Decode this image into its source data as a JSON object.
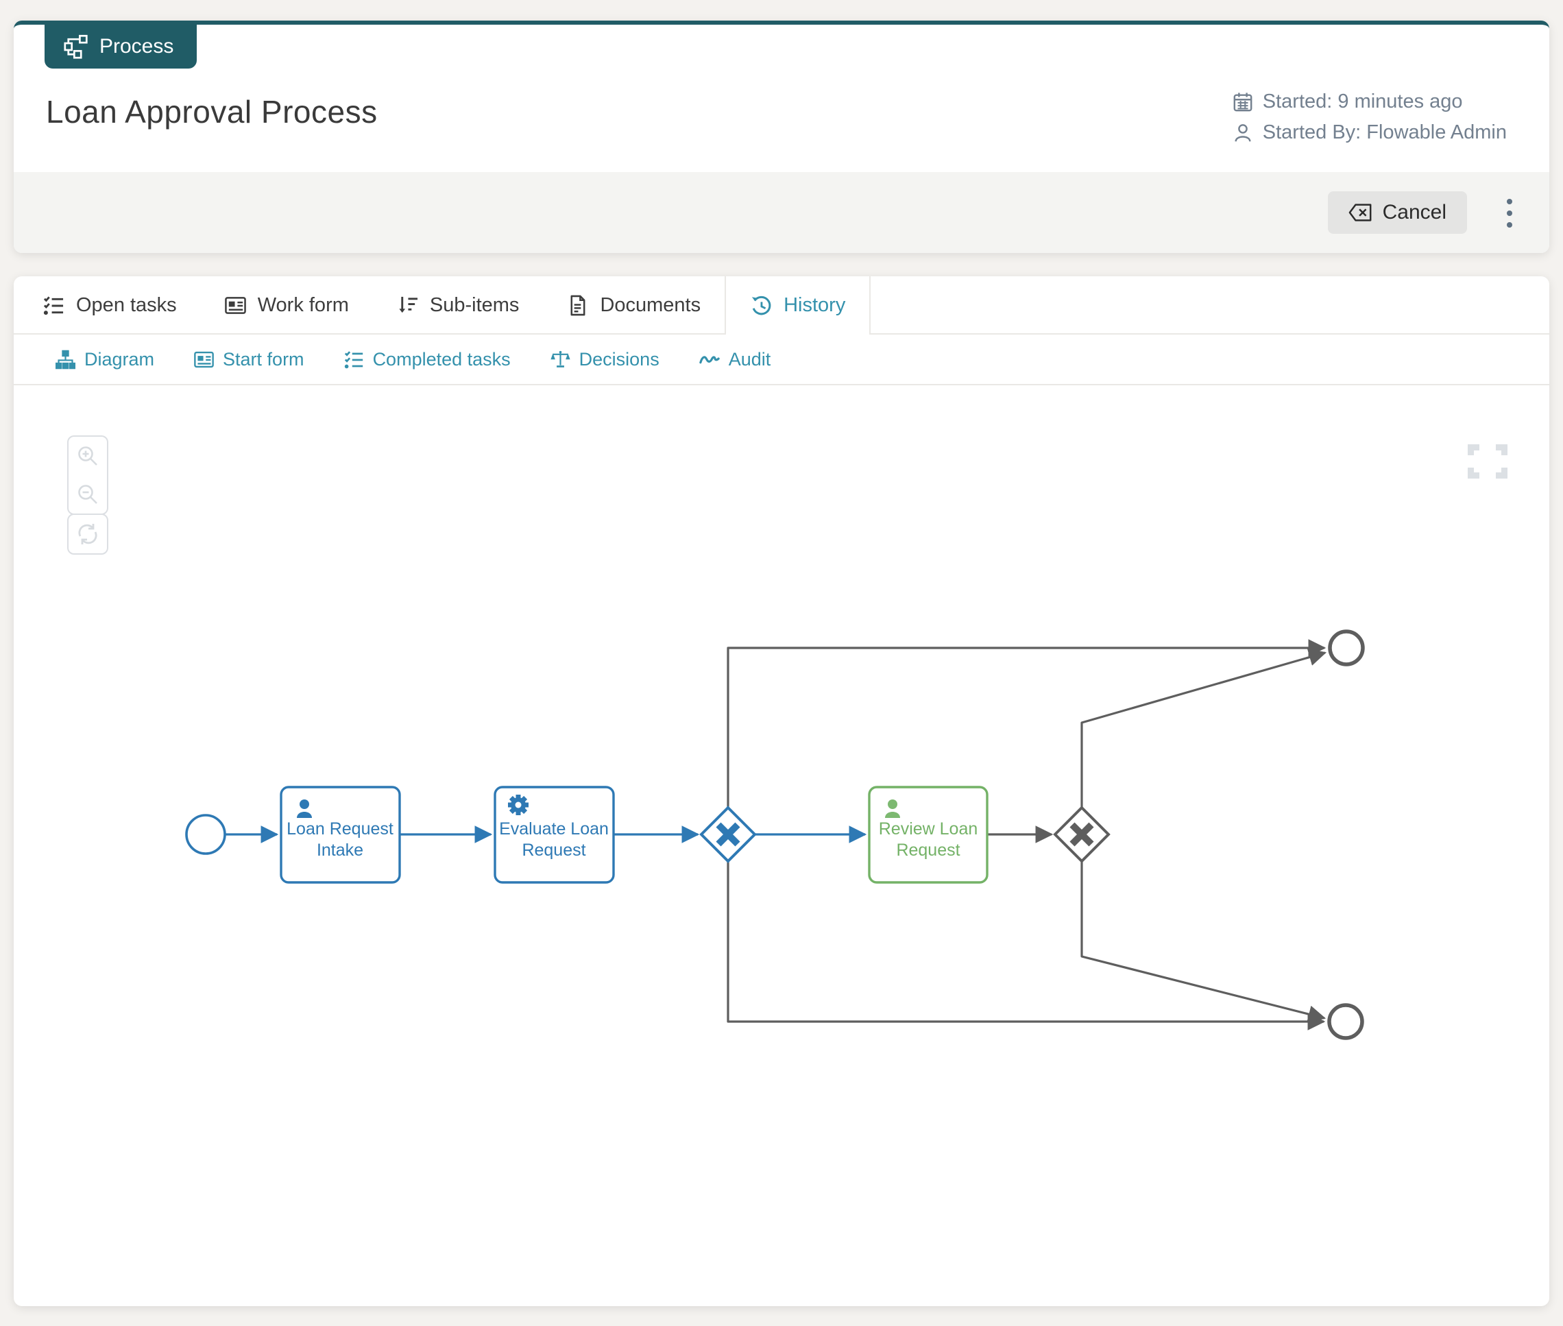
{
  "header": {
    "badge": {
      "label": "Process",
      "icon": "workflow-icon",
      "color": "#205c66"
    },
    "title": "Loan Approval Process",
    "meta": [
      {
        "icon": "calendar-icon",
        "text": "Started: 9 minutes ago"
      },
      {
        "icon": "user-icon",
        "text": "Started By: Flowable Admin"
      }
    ],
    "toolbar": {
      "cancel_label": "Cancel",
      "cancel_icon": "clear-icon",
      "more_icon": "kebab-icon"
    }
  },
  "tabs": {
    "items": [
      {
        "label": "Open tasks",
        "icon": "checklist-icon",
        "active": false
      },
      {
        "label": "Work form",
        "icon": "form-icon",
        "active": false
      },
      {
        "label": "Sub-items",
        "icon": "sort-desc-icon",
        "active": false
      },
      {
        "label": "Documents",
        "icon": "document-icon",
        "active": false
      },
      {
        "label": "History",
        "icon": "history-icon",
        "active": true
      }
    ]
  },
  "subtabs": {
    "items": [
      {
        "label": "Diagram",
        "icon": "sitemap-icon"
      },
      {
        "label": "Start form",
        "icon": "form-icon"
      },
      {
        "label": "Completed tasks",
        "icon": "checklist-icon"
      },
      {
        "label": "Decisions",
        "icon": "scale-icon"
      },
      {
        "label": "Audit",
        "icon": "squiggle-icon"
      }
    ]
  },
  "canvas": {
    "controls": [
      "zoom-in",
      "zoom-out",
      "refresh"
    ],
    "fullscreen_icon": "fullscreen-icon",
    "colors": {
      "completed_path": "#2e79b4",
      "active_task": "#74b267",
      "pending_path": "#5e5e5e",
      "accent": "#3491ac"
    }
  },
  "diagram": {
    "nodes": [
      {
        "id": "start",
        "type": "start-event",
        "state": "completed"
      },
      {
        "id": "task1",
        "type": "user-task",
        "state": "completed",
        "line1": "Loan Request",
        "line2": "Intake"
      },
      {
        "id": "task2",
        "type": "service-task",
        "state": "completed",
        "line1": "Evaluate Loan",
        "line2": "Request"
      },
      {
        "id": "gateway1",
        "type": "exclusive-gateway",
        "state": "completed"
      },
      {
        "id": "task3",
        "type": "user-task",
        "state": "active",
        "line1": "Review Loan",
        "line2": "Request"
      },
      {
        "id": "gateway2",
        "type": "exclusive-gateway",
        "state": "pending"
      },
      {
        "id": "end-top",
        "type": "end-event",
        "state": "pending"
      },
      {
        "id": "end-bottom",
        "type": "end-event",
        "state": "pending"
      }
    ],
    "flows": [
      "start -> task1",
      "task1 -> task2",
      "task2 -> gateway1",
      "gateway1 -> task3",
      "gateway1 -> end-top",
      "gateway1 -> end-bottom",
      "task3 -> gateway2",
      "gateway2 -> end-top",
      "gateway2 -> end-bottom"
    ]
  }
}
